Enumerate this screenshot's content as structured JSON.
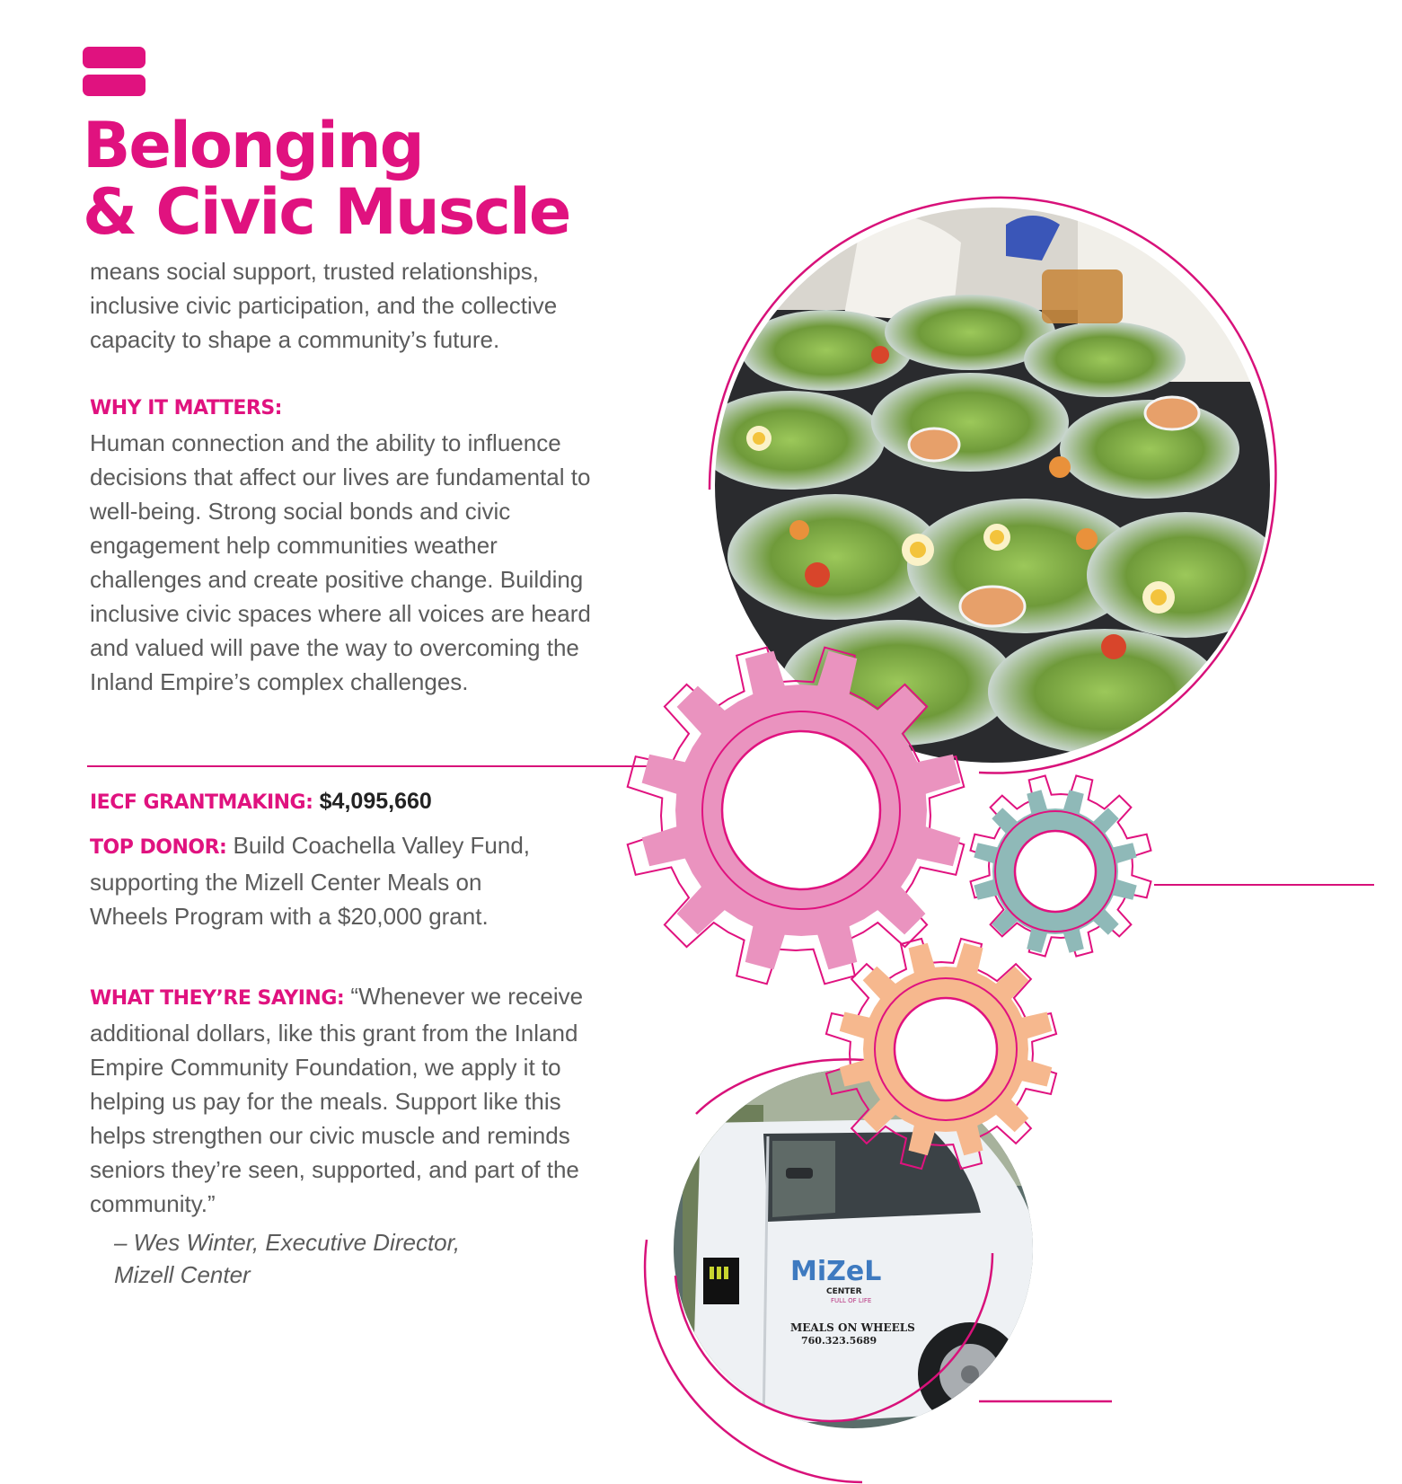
{
  "header": {
    "title_line1": "Belonging",
    "title_line2": "& Civic Muscle"
  },
  "intro": "means social support, trusted relationships, inclusive civic participation, and the collective capacity to shape a community’s future.",
  "why": {
    "label": "WHY IT MATTERS:",
    "text": "Human connection and the ability to influence decisions that affect our lives are fundamental to well-being. Strong social bonds and civic engagement help communities weather challenges and create positive change. Building inclusive civic spaces where all voices are heard and valued will pave the way to overcoming the Inland Empire’s complex challenges."
  },
  "grantmaking": {
    "label": "IECF GRANTMAKING:",
    "value": "$4,095,660"
  },
  "top_donor": {
    "label": "TOP DONOR:",
    "text": "Build Coachella Valley Fund, supporting the Mizell Center Meals on Wheels Program with a $20,000 grant."
  },
  "saying": {
    "label": "WHAT THEY’RE SAYING:",
    "quote": "“Whenever we receive additional dollars, like this grant from the Inland Empire Community Foundation, we apply it to helping us pay for the meals. Support like this helps strengthen our civic muscle and reminds seniors they’re seen, supported, and part of the community.”",
    "attribution_line1": "– Wes Winter, Executive Director,",
    "attribution_line2": "Mizell Center"
  },
  "van": {
    "logo_text": "MiZeL",
    "logo_sub": "CENTER",
    "tagline": "FULL OF LIFE",
    "sign_line1": "MEALS ON WHEELS",
    "sign_line2": "760.323.5689"
  },
  "colors": {
    "accent": "#e0127f",
    "gear_pink": "#ea93bf",
    "gear_teal": "#8fb9b8",
    "gear_orange": "#f6b88e"
  }
}
